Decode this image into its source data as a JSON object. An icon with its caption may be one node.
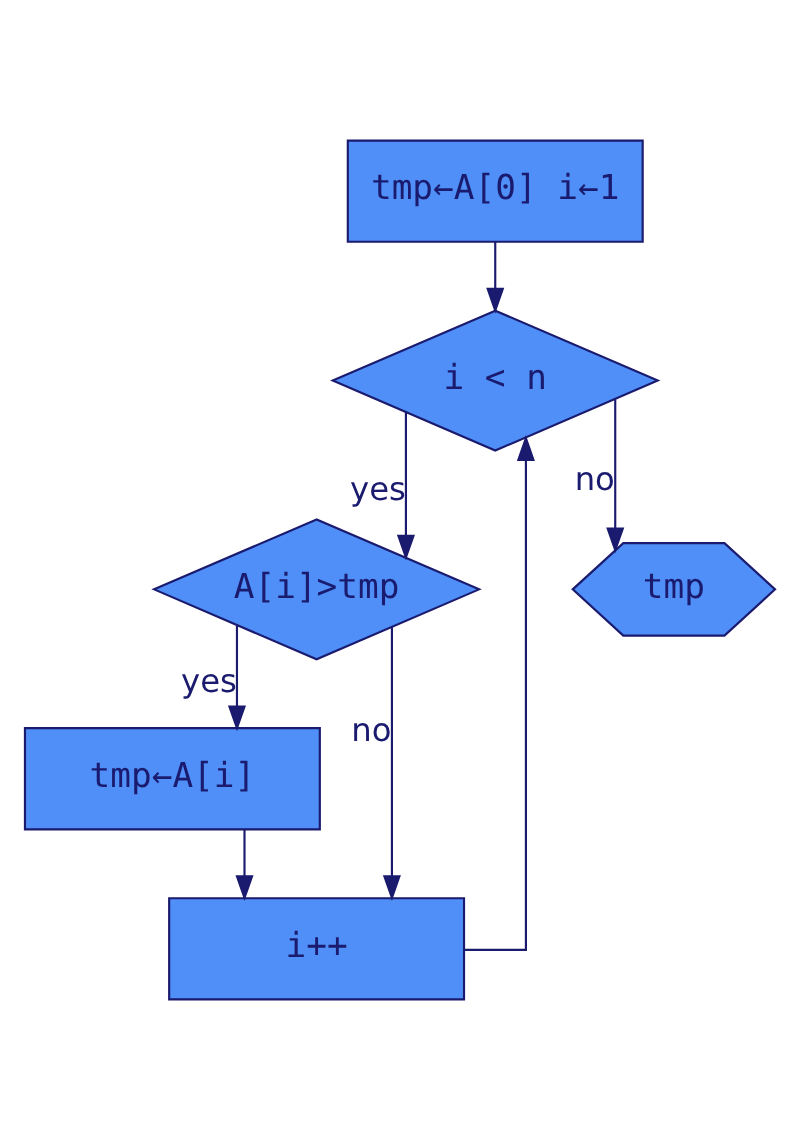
{
  "diagram": {
    "nodes": [
      {
        "text": [
          "tmp←A[0] i←1"
        ]
      },
      {
        "text": [
          "i < n"
        ]
      },
      {
        "text": [
          "A[i]>tmp"
        ]
      },
      {
        "text": [
          "tmp←A[i]"
        ]
      },
      {
        "text": [
          "i++"
        ]
      },
      {
        "text": [
          "tmp"
        ]
      }
    ],
    "edges": [
      {
        "from": 0,
        "to": 1,
        "arrow": "to"
      },
      {
        "from": 1,
        "to": 2,
        "arrow": "to",
        "label": "yes"
      },
      {
        "from": 1,
        "to": 5,
        "arrow": "to",
        "label": "no"
      },
      {
        "from": 2,
        "to": 3,
        "arrow": "to",
        "label": "yes"
      },
      {
        "from": 2,
        "to": 4,
        "arrow": "to",
        "label": "no"
      },
      {
        "from": 3,
        "to": 4,
        "arrow": "to"
      },
      {
        "from": 4,
        "to": 1,
        "arrow": "to"
      }
    ]
  }
}
